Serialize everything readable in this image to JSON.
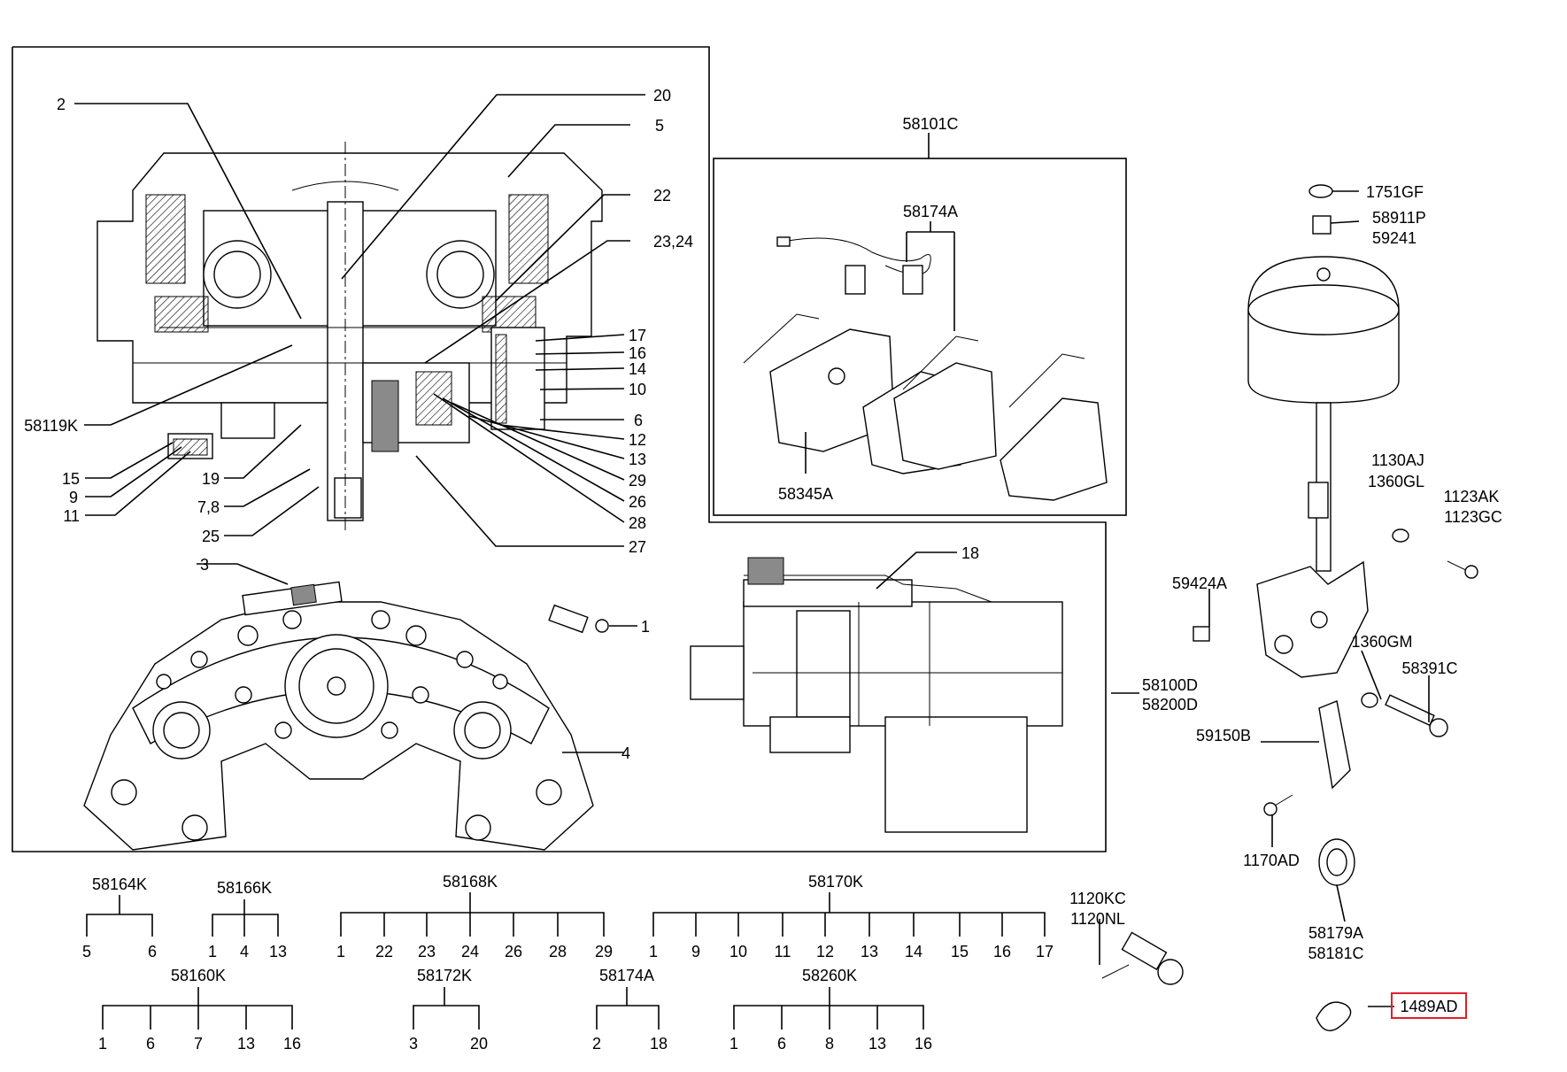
{
  "callouts": {
    "c2": "2",
    "c20": "20",
    "c5": "5",
    "c22": "22",
    "c23_24": "23,24",
    "c17": "17",
    "c16": "16",
    "c14": "14",
    "c10": "10",
    "c6": "6",
    "c12": "12",
    "c13": "13",
    "c29": "29",
    "c26": "26",
    "c28": "28",
    "c27": "27",
    "c58119K": "58119K",
    "c15": "15",
    "c9": "9",
    "c11": "11",
    "c19": "19",
    "c7_8": "7,8",
    "c25": "25",
    "c3": "3",
    "c1": "1",
    "c4": "4",
    "c58101C": "58101C",
    "c58174A": "58174A",
    "c58345A": "58345A",
    "c18": "18",
    "c58100D": "58100D",
    "c58200D": "58200D",
    "c1751GF": "1751GF",
    "c58911P": "58911P",
    "c59241": "59241",
    "c1130AJ": "1130AJ",
    "c1360GL": "1360GL",
    "c1123AK": "1123AK",
    "c1123GC": "1123GC",
    "c59424A": "59424A",
    "c1360GM": "1360GM",
    "c58391C": "58391C",
    "c59150B": "59150B",
    "c1170AD": "1170AD",
    "c58179A": "58179A",
    "c58181C": "58181C",
    "c1120KC": "1120KC",
    "c1120NL": "1120NL",
    "c1489AD": "1489AD"
  },
  "kits": {
    "k58164K": {
      "label": "58164K",
      "items": [
        "5",
        "6"
      ]
    },
    "k58166K": {
      "label": "58166K",
      "items": [
        "1",
        "4",
        "13"
      ]
    },
    "k58168K": {
      "label": "58168K",
      "items": [
        "1",
        "22",
        "23",
        "24",
        "26",
        "28",
        "29"
      ]
    },
    "k58170K": {
      "label": "58170K",
      "items": [
        "1",
        "9",
        "10",
        "11",
        "12",
        "13",
        "14",
        "15",
        "16",
        "17"
      ]
    },
    "k58160K": {
      "label": "58160K",
      "items": [
        "1",
        "6",
        "7",
        "13",
        "16"
      ]
    },
    "k58172K": {
      "label": "58172K",
      "items": [
        "3",
        "20"
      ]
    },
    "k58174A": {
      "label": "58174A",
      "items": [
        "2",
        "18"
      ]
    },
    "k58260K": {
      "label": "58260K",
      "items": [
        "1",
        "6",
        "8",
        "13",
        "16"
      ]
    }
  },
  "highlight_color": "#e0202a"
}
